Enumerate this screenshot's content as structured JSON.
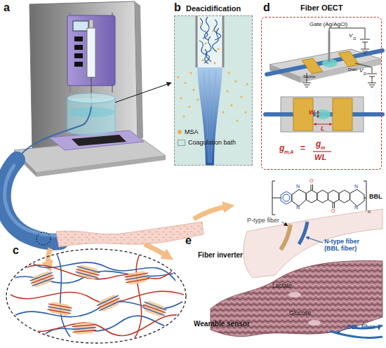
{
  "diagram": {
    "nodes": [
      {
        "text": [
          "b",
          "Deacidification"
        ]
      },
      {
        "text": [
          "d",
          "Fiber OECT"
        ]
      },
      {
        "text": [
          "c"
        ]
      }
    ],
    "labels": [
      "a",
      "Gate (Ag/AgCl)",
      "V",
      "G",
      "V",
      "D",
      "Source",
      "Drain",
      "W",
      "L",
      "g",
      "m,A",
      "=",
      "g",
      "m",
      "WL",
      "O",
      "N",
      "N",
      "N",
      "N",
      "O",
      "n",
      "BBL",
      "e",
      "Fiber inverter",
      "P-type fiber",
      "N-type fiber (BBL fiber)",
      "Lactate",
      "Glucose",
      "Wearable sensor",
      "BBL fiber"
    ],
    "legend": [
      {
        "text": "MSA",
        "color": "#f0b050"
      },
      {
        "text": "Coagulation bath",
        "color": "#cfe6e2"
      }
    ]
  }
}
